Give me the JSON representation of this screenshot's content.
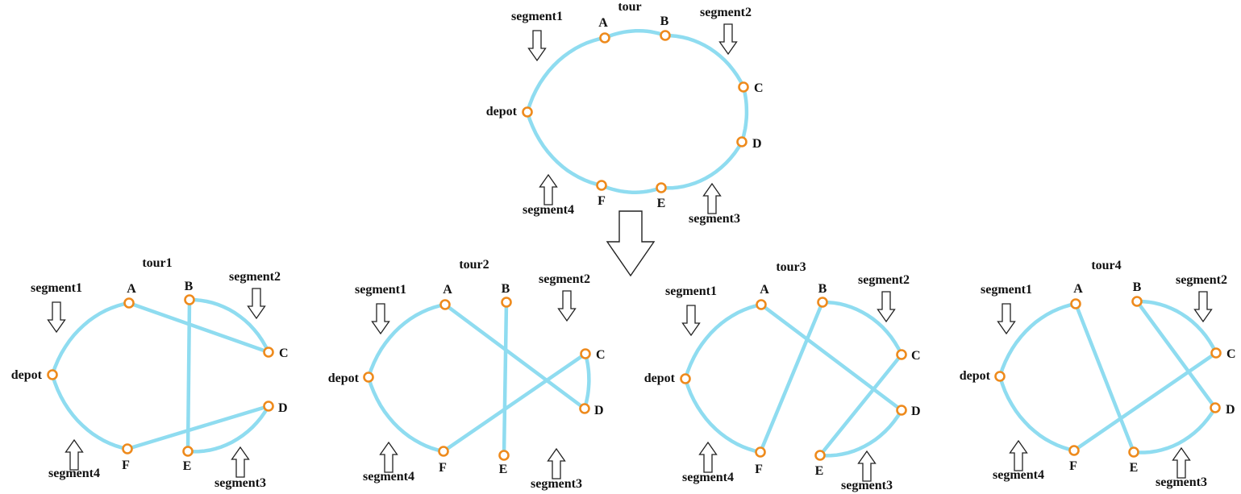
{
  "colors": {
    "edge": "#8fdcf0",
    "node_stroke": "#ee8a1c",
    "node_fill": "#ffffff",
    "arrow_stroke": "#222222",
    "text": "#111111"
  },
  "nodes": [
    "depot",
    "A",
    "B",
    "C",
    "D",
    "E",
    "F"
  ],
  "segments": [
    "segment1",
    "segment2",
    "segment3",
    "segment4"
  ],
  "transform_arrow": "down-arrow-icon",
  "tours": [
    {
      "label": "tour",
      "edges": [
        [
          "depot",
          "A"
        ],
        [
          "A",
          "B"
        ],
        [
          "B",
          "C"
        ],
        [
          "C",
          "D"
        ],
        [
          "D",
          "E"
        ],
        [
          "E",
          "F"
        ],
        [
          "F",
          "depot"
        ]
      ]
    },
    {
      "label": "tour1",
      "edges": [
        [
          "depot",
          "A"
        ],
        [
          "A",
          "C"
        ],
        [
          "C",
          "B"
        ],
        [
          "B",
          "E"
        ],
        [
          "E",
          "D"
        ],
        [
          "D",
          "F"
        ],
        [
          "F",
          "depot"
        ]
      ]
    },
    {
      "label": "tour2",
      "edges": [
        [
          "depot",
          "A"
        ],
        [
          "A",
          "D"
        ],
        [
          "D",
          "C"
        ],
        [
          "C",
          "F"
        ],
        [
          "B",
          "E"
        ],
        [
          "F",
          "depot"
        ]
      ]
    },
    {
      "label": "tour3",
      "edges": [
        [
          "depot",
          "A"
        ],
        [
          "A",
          "D"
        ],
        [
          "D",
          "E"
        ],
        [
          "E",
          "C"
        ],
        [
          "C",
          "B"
        ],
        [
          "B",
          "F"
        ],
        [
          "F",
          "depot"
        ]
      ]
    },
    {
      "label": "tour4",
      "edges": [
        [
          "depot",
          "A"
        ],
        [
          "A",
          "E"
        ],
        [
          "E",
          "D"
        ],
        [
          "D",
          "B"
        ],
        [
          "B",
          "C"
        ],
        [
          "C",
          "F"
        ],
        [
          "F",
          "depot"
        ]
      ]
    }
  ]
}
